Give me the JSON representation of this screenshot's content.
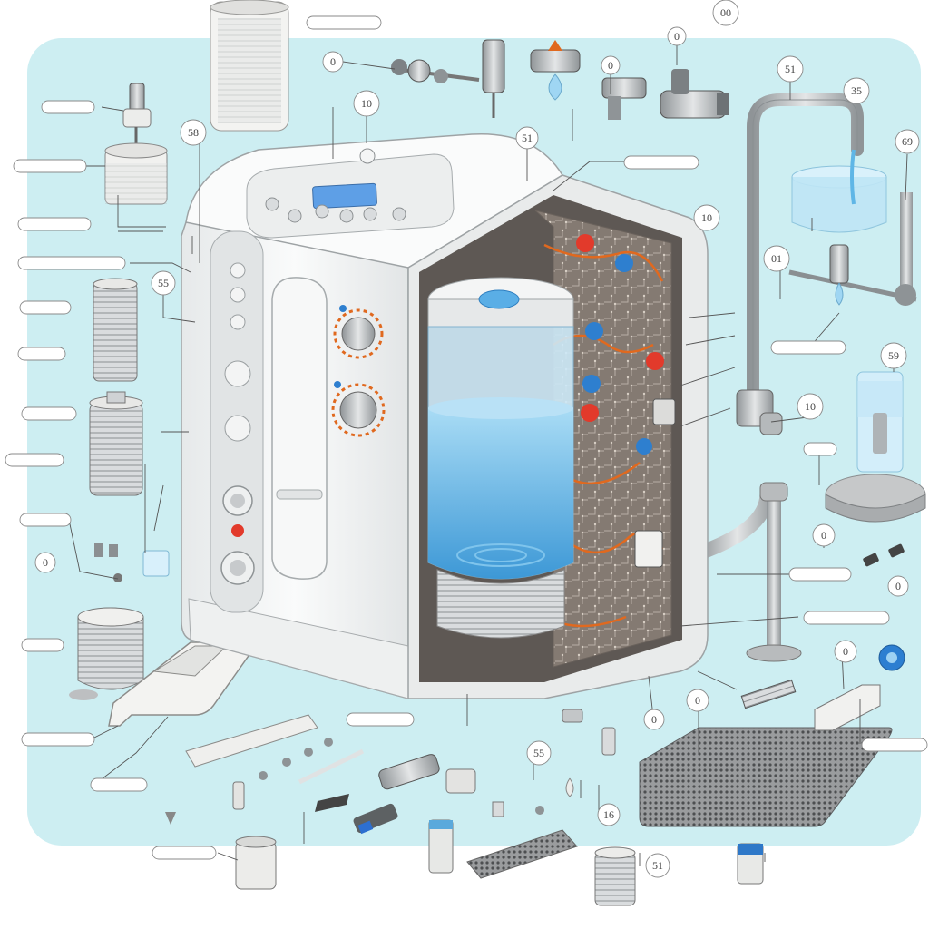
{
  "colors": {
    "panel": "#cdeef2",
    "appliance_body": "#f4f5f5",
    "water": "#5fb6e6",
    "circuit_board": "#8a7f76",
    "wire": "#e0691f",
    "metal": "#b9bcbe"
  },
  "display": {
    "screen_text": ""
  },
  "circle_labels": [
    {
      "id": "c-00",
      "text": "00"
    },
    {
      "id": "c-top-0",
      "text": "0"
    },
    {
      "id": "c-10a",
      "text": "10"
    },
    {
      "id": "c-58a",
      "text": "58"
    },
    {
      "id": "c-51a",
      "text": "51"
    },
    {
      "id": "c-0b",
      "text": "0"
    },
    {
      "id": "c-0c",
      "text": "0"
    },
    {
      "id": "c-51b",
      "text": "51"
    },
    {
      "id": "c-35",
      "text": "35"
    },
    {
      "id": "c-69",
      "text": "69"
    },
    {
      "id": "c-10b",
      "text": "10"
    },
    {
      "id": "c-01",
      "text": "01"
    },
    {
      "id": "c-55a",
      "text": "55"
    },
    {
      "id": "c-10c",
      "text": "10"
    },
    {
      "id": "c-59",
      "text": "59"
    },
    {
      "id": "c-0d",
      "text": "0"
    },
    {
      "id": "c-0e",
      "text": "0"
    },
    {
      "id": "c-0f",
      "text": "0"
    },
    {
      "id": "c-0g",
      "text": "0"
    },
    {
      "id": "c-55b",
      "text": "55"
    },
    {
      "id": "c-16",
      "text": "16"
    },
    {
      "id": "c-51c",
      "text": "51"
    },
    {
      "id": "c-0h",
      "text": "0"
    },
    {
      "id": "c-0i",
      "text": "0"
    }
  ],
  "pill_labels": [
    {
      "id": "p-1",
      "text": ""
    },
    {
      "id": "p-2",
      "text": ""
    },
    {
      "id": "p-3",
      "text": ""
    },
    {
      "id": "p-4",
      "text": ""
    },
    {
      "id": "p-5",
      "text": ""
    },
    {
      "id": "p-6",
      "text": ""
    },
    {
      "id": "p-7",
      "text": ""
    },
    {
      "id": "p-8",
      "text": ""
    },
    {
      "id": "p-9",
      "text": ""
    },
    {
      "id": "p-10",
      "text": ""
    },
    {
      "id": "p-11",
      "text": ""
    },
    {
      "id": "p-12",
      "text": ""
    },
    {
      "id": "p-13",
      "text": ""
    },
    {
      "id": "p-14",
      "text": ""
    },
    {
      "id": "p-15",
      "text": ""
    },
    {
      "id": "p-16",
      "text": ""
    },
    {
      "id": "p-17",
      "text": ""
    },
    {
      "id": "p-18",
      "text": ""
    },
    {
      "id": "p-19",
      "text": ""
    },
    {
      "id": "p-20",
      "text": ""
    },
    {
      "id": "p-21",
      "text": ""
    }
  ]
}
